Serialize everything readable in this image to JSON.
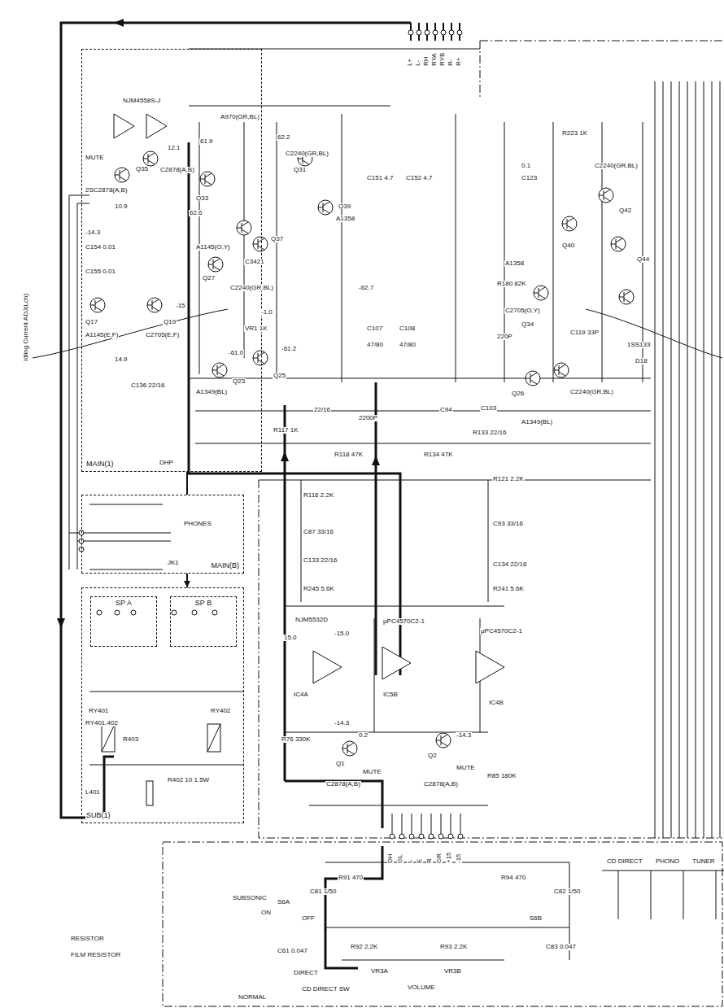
{
  "diagram": {
    "nodes": [
      {
        "text": [
          "MAIN(1)"
        ]
      },
      {
        "text": [
          "MAIN(B)"
        ]
      },
      {
        "text": [
          "SUB(1)"
        ]
      },
      {
        "text": [
          "SP A"
        ],
        "in": 2
      },
      {
        "text": [
          "SP B"
        ],
        "in": 2
      }
    ],
    "edges": [
      {
        "from": 0,
        "to": 1,
        "arrow": "none"
      },
      {
        "from": 1,
        "to": 2,
        "arrow": "to"
      }
    ],
    "labels": [
      "Idling Current ADJ(Lch)",
      "L+",
      "L-",
      "RH",
      "RYA",
      "RYB",
      "R-",
      "R+",
      "Q17",
      "Q19",
      "A1145(E,F)",
      "C2705(E,F)",
      "Q35",
      "2SC2878(A,B)",
      "C2878(A,B)",
      "NJM4558S-J",
      "MUTE",
      "-14.3",
      "12.1",
      "10.9",
      "14.9",
      "-15",
      "C154 0.01",
      "C155 0.01",
      "C136 22/16",
      "A970(GR,BL)",
      "C2240(GR,BL)",
      "Q31",
      "Q33",
      "A1145(O,Y)",
      "Q27",
      "C2240(GR,BL)",
      "Q37",
      "C3421",
      "A1349(BL)",
      "Q23",
      "Q25",
      "Q39",
      "A1358",
      "VR1 1K",
      "61.9",
      "62.2",
      "62.6",
      "-1.0",
      "-61.2",
      "-61.0",
      "-62.7",
      "47/80",
      "47/80",
      "C107",
      "C108",
      "C151 4.7",
      "C152 4.7",
      "R117 1K",
      "2200P",
      "22/16",
      "R118 47K",
      "R134 47K",
      "C2240(GR,BL)",
      "A1358",
      "Q40",
      "Q42",
      "Q44",
      "C2705(O,Y)",
      "Q34",
      "C2240(GR,BL)",
      "A1349(BL)",
      "Q26",
      "1SS133",
      "D18",
      "220P",
      "C119 33P",
      "R180 82K",
      "R223 1K",
      "0.1",
      "C123",
      "C103",
      "R133 22/16",
      "C94",
      "R121 2.2K",
      "C93 33/16",
      "C134 22/16",
      "R241 5.6K",
      "R116 2.2K",
      "C87 33/16",
      "C133 22/16",
      "R245 5.6K",
      "NJM5532D",
      "IC4A",
      "μPC4570C2-1",
      "IC5B",
      "μPC4570C2-1",
      "IC4B",
      "15.0",
      "-15.0",
      "0.2",
      "MUTE",
      "Q1",
      "C2878(A,B)",
      "MUTE",
      "Q2",
      "C2878(A,B)",
      "R76 330K",
      "R85 180K",
      "-14.3",
      "-14.3",
      "DH",
      "GL",
      "L",
      "E",
      "R",
      "GR",
      "+15",
      "-15",
      "R91 470",
      "R94 470",
      "C81 1/50",
      "C82 1/50",
      "SUBSONIC",
      "ON",
      "OFF",
      "S6A",
      "S6B",
      "R92 2.2K",
      "R93 2.2K",
      "C61 0.047",
      "C83 0.047",
      "VR3A",
      "VR3B",
      "VOLUME",
      "CD DIRECT SW",
      "DIRECT",
      "NORMAL",
      "CD DIRECT",
      "PHONO",
      "TUNER",
      "FILM RESISTOR",
      "RESISTOR",
      "RY401",
      "RY402",
      "L401",
      "R402 10 1.5W",
      "R403",
      "RY401,402",
      "PHONES",
      "JK1",
      "DHP"
    ]
  }
}
